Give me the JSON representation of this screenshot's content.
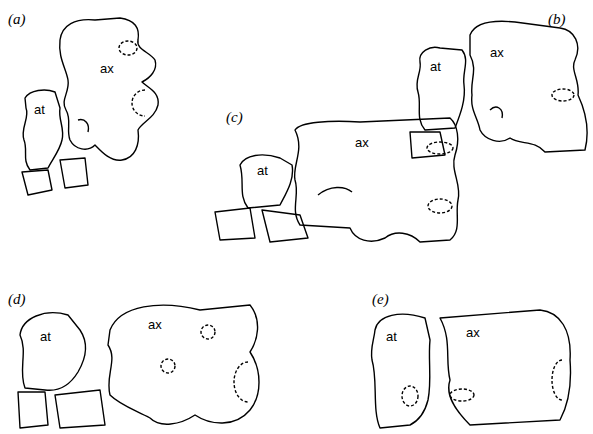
{
  "diagram": {
    "labels": [
      "(a)",
      "ax",
      "at",
      "(b)",
      "at",
      "ax",
      "(c)",
      "at",
      "ax",
      "(d)",
      "at",
      "ax",
      "(e)",
      "at",
      "ax"
    ]
  }
}
